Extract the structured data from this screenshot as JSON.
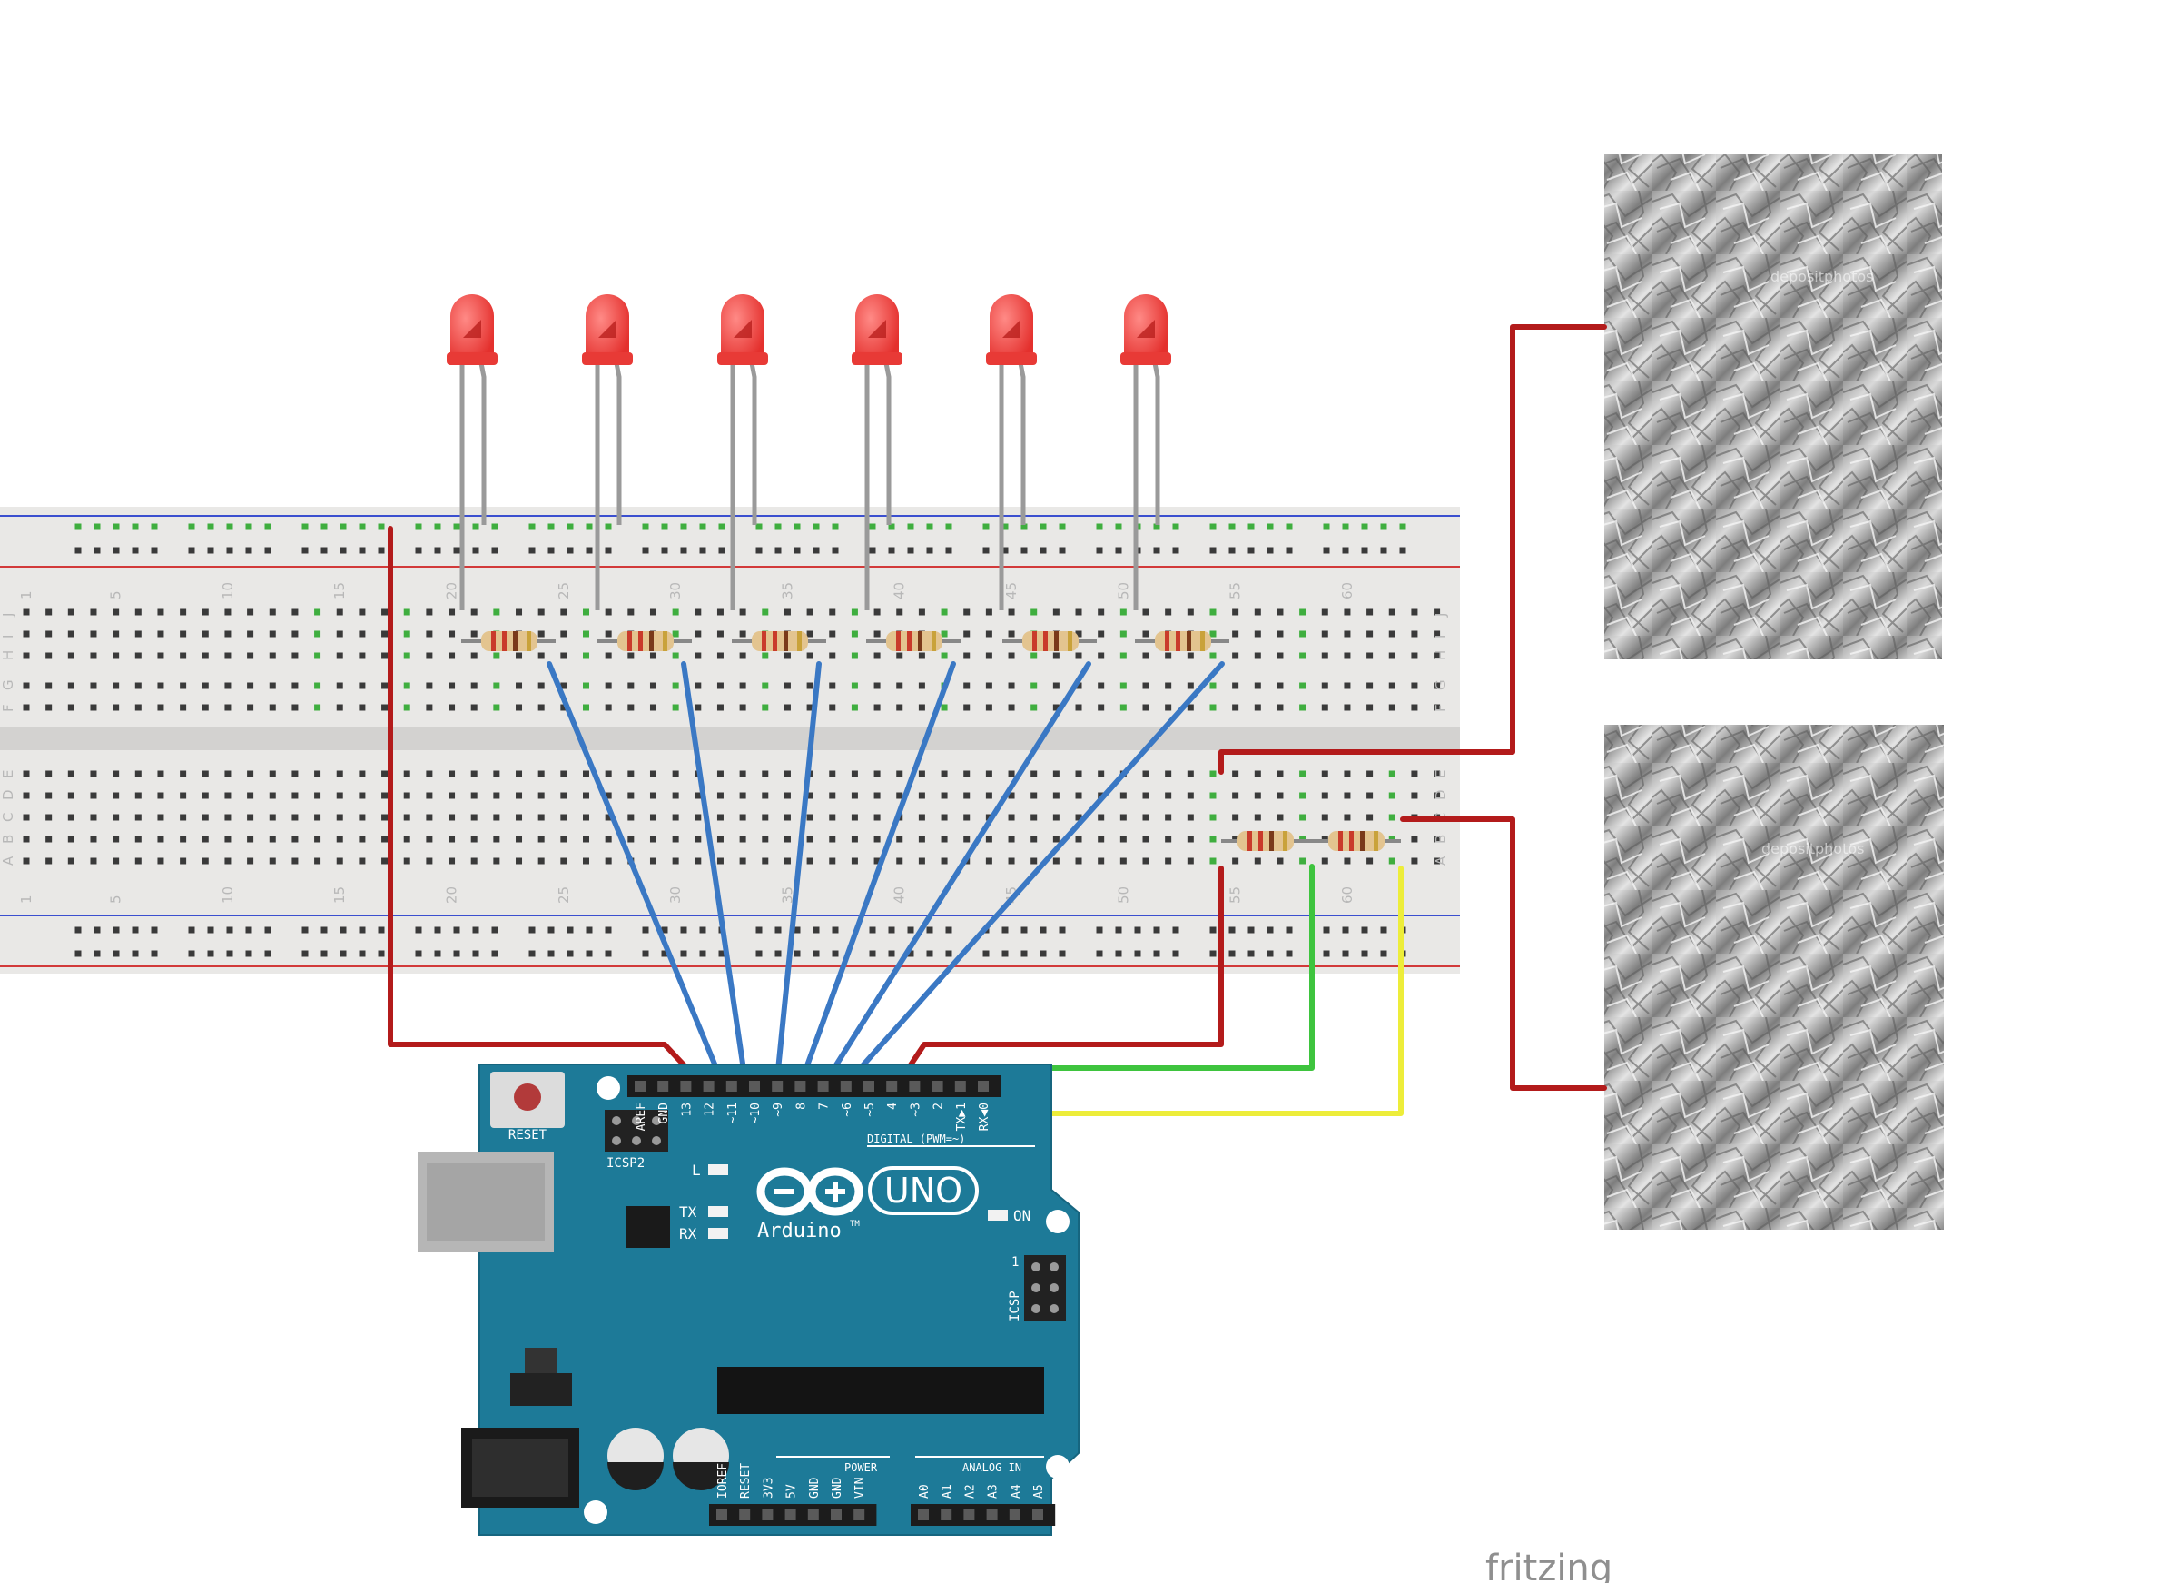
{
  "footer": {
    "brand": "fritzing"
  },
  "breadboard": {
    "column_numbers": [
      "1",
      "5",
      "10",
      "15",
      "20",
      "25",
      "30",
      "35",
      "40",
      "45",
      "50",
      "55",
      "60"
    ],
    "top_row_letters": [
      "J",
      "I",
      "H",
      "G",
      "F"
    ],
    "bottom_row_letters": [
      "E",
      "D",
      "C",
      "B",
      "A"
    ]
  },
  "arduino": {
    "reset_label": "RESET",
    "icsp2_label": "ICSP2",
    "icsp_label": "ICSP",
    "icsp_pin_one": "1",
    "l_label": "L",
    "tx_label": "TX",
    "rx_label": "RX",
    "on_label": "ON",
    "model": "UNO",
    "brand": "Arduino",
    "trademark": "TM",
    "digital_header": "DIGITAL (PWM=~)",
    "power_header": "POWER",
    "analog_header": "ANALOG IN",
    "digital_pins": [
      "AREF",
      "GND",
      "13",
      "12",
      "~11",
      "~10",
      "~9",
      "8",
      "7",
      "~6",
      "~5",
      "4",
      "~3",
      "2",
      "TX▶1",
      "RX◀0"
    ],
    "power_pins": [
      "IOREF",
      "RESET",
      "3V3",
      "5V",
      "GND",
      "GND",
      "VIN"
    ],
    "analog_pins": [
      "A0",
      "A1",
      "A2",
      "A3",
      "A4",
      "A5"
    ]
  },
  "foil": {
    "watermark": "depositphotos"
  },
  "colors": {
    "led_red": "#e8302f",
    "wire_red": "#b31b1b",
    "wire_blue": "#3a78c4",
    "wire_green": "#3ec43e",
    "wire_yellow": "#eded3a",
    "board_teal": "#1d7a98",
    "breadboard": "#e9e8e6",
    "rail_blue": "#3b4fcf",
    "rail_red": "#d23a3a"
  }
}
